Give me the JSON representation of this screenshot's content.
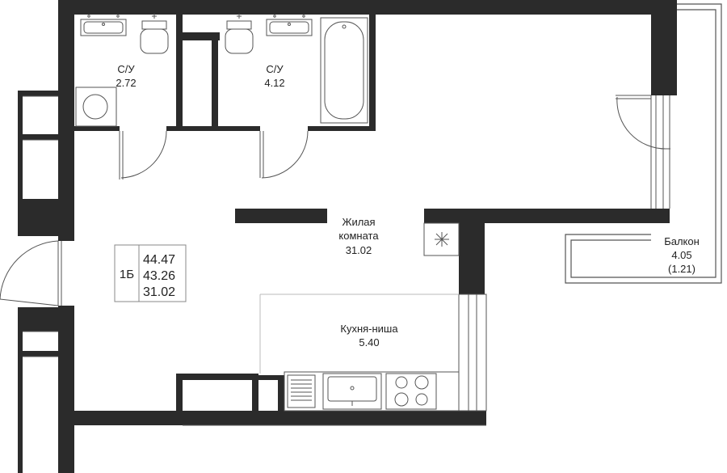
{
  "rooms": {
    "bathroom_small": {
      "name": "С/У",
      "area": "2.72"
    },
    "bathroom_large": {
      "name": "С/У",
      "area": "4.12"
    },
    "living": {
      "name_line1": "Жилая",
      "name_line2": "комната",
      "area": "31.02"
    },
    "kitchen": {
      "name": "Кухня-ниша",
      "area": "5.40"
    },
    "balcony": {
      "name": "Балкон",
      "area": "4.05",
      "area_reduced": "(1.21)"
    }
  },
  "apartment": {
    "type": "1Б",
    "total_area": "44.47",
    "area_excl_balcony": "43.26",
    "living_area": "31.02"
  },
  "colors": {
    "wall": "#2b2b2b",
    "line": "#555555",
    "background": "#ffffff"
  }
}
